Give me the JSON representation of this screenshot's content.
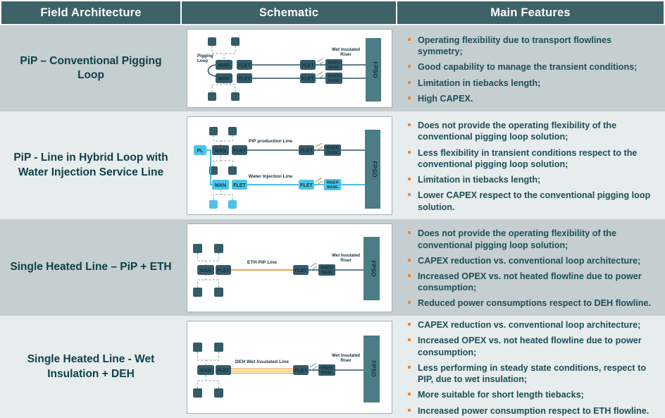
{
  "header": {
    "columns": [
      {
        "label": "Field Architecture"
      },
      {
        "label": "Schematic"
      },
      {
        "label": "Main Features"
      }
    ]
  },
  "colors": {
    "header_bg": "#3d6368",
    "header_text": "#ffffff",
    "band_dark": "#c5ced0",
    "band_light": "#e7ecec",
    "text_teal": "#1d4e59",
    "bullet_orange": "#e8873a",
    "node_dark_teal": "#345b68",
    "node_cyan": "#4cc3e6",
    "line_dark": "#2d5562",
    "line_cyan": "#35b6dd",
    "line_orange": "#f0a254",
    "line_yellow": "#f5d33f",
    "fpso_fill": "#4c7c85"
  },
  "rows": [
    {
      "architecture": "PiP – Conventional Pigging Loop",
      "schematic": {
        "name": "conventional-pigging-loop-schematic",
        "labels": [
          "Pigging Loop",
          "Wet Insulated Riser"
        ],
        "nodes": [
          "MAN",
          "MAN",
          "FLET",
          "FLET",
          "FLET",
          "FLET",
          "RISER BASE",
          "RISER BASE",
          "FPSO"
        ]
      },
      "features": [
        "Operating flexibility due to transport flowlines symmetry;",
        "Good capability to manage the transient conditions;",
        "Limitation in tiebacks length;",
        "High CAPEX."
      ]
    },
    {
      "architecture": "PiP - Line in Hybrid Loop with Water Injection Service Line",
      "schematic": {
        "name": "hybrid-loop-water-injection-schematic",
        "labels": [
          "PiP production Line",
          "Water Injection Line"
        ],
        "nodes": [
          "PL",
          "MAN",
          "MAN",
          "FLET",
          "FLET",
          "FLET",
          "FLET",
          "RISER BASE",
          "RISER BASE",
          "FPSO"
        ]
      },
      "features": [
        "Does not provide the operating flexibility of the conventional pigging loop solution;",
        "Less flexibility in transient conditions respect to the conventional pigging loop solution;",
        "Limitation in tiebacks length;",
        "Lower CAPEX respect to the conventional pigging loop solution."
      ]
    },
    {
      "architecture": "Single Heated Line – PiP + ETH",
      "schematic": {
        "name": "single-heated-line-eth-schematic",
        "labels": [
          "ETH PiP Line",
          "Wet Insulated Riser"
        ],
        "nodes": [
          "MAN",
          "FLET",
          "FLET",
          "RISER BASE",
          "FPSO"
        ]
      },
      "features": [
        "Does not provide the operating flexibility of the conventional pigging loop solution;",
        "CAPEX reduction vs. conventional loop architecture;",
        "Increased OPEX vs. not heated flowline due to power consumption;",
        "Reduced power consumptions respect to DEH flowline."
      ]
    },
    {
      "architecture": "Single Heated Line  - Wet Insulation + DEH",
      "schematic": {
        "name": "single-heated-line-deh-schematic",
        "labels": [
          "DEH Wet Insulated Line",
          "Wet Insulated Riser"
        ],
        "nodes": [
          "MAN",
          "FLET",
          "FLET",
          "RISER BASE",
          "FPSO"
        ]
      },
      "features": [
        "CAPEX reduction vs. conventional loop architecture;",
        "Increased OPEX vs. not heated flowline due to power consumption;",
        "Less performing in steady state conditions, respect to PIP, due to wet insulation;",
        "More suitable for short length tiebacks;",
        "Increased power consumption respect to ETH flowline."
      ]
    }
  ]
}
